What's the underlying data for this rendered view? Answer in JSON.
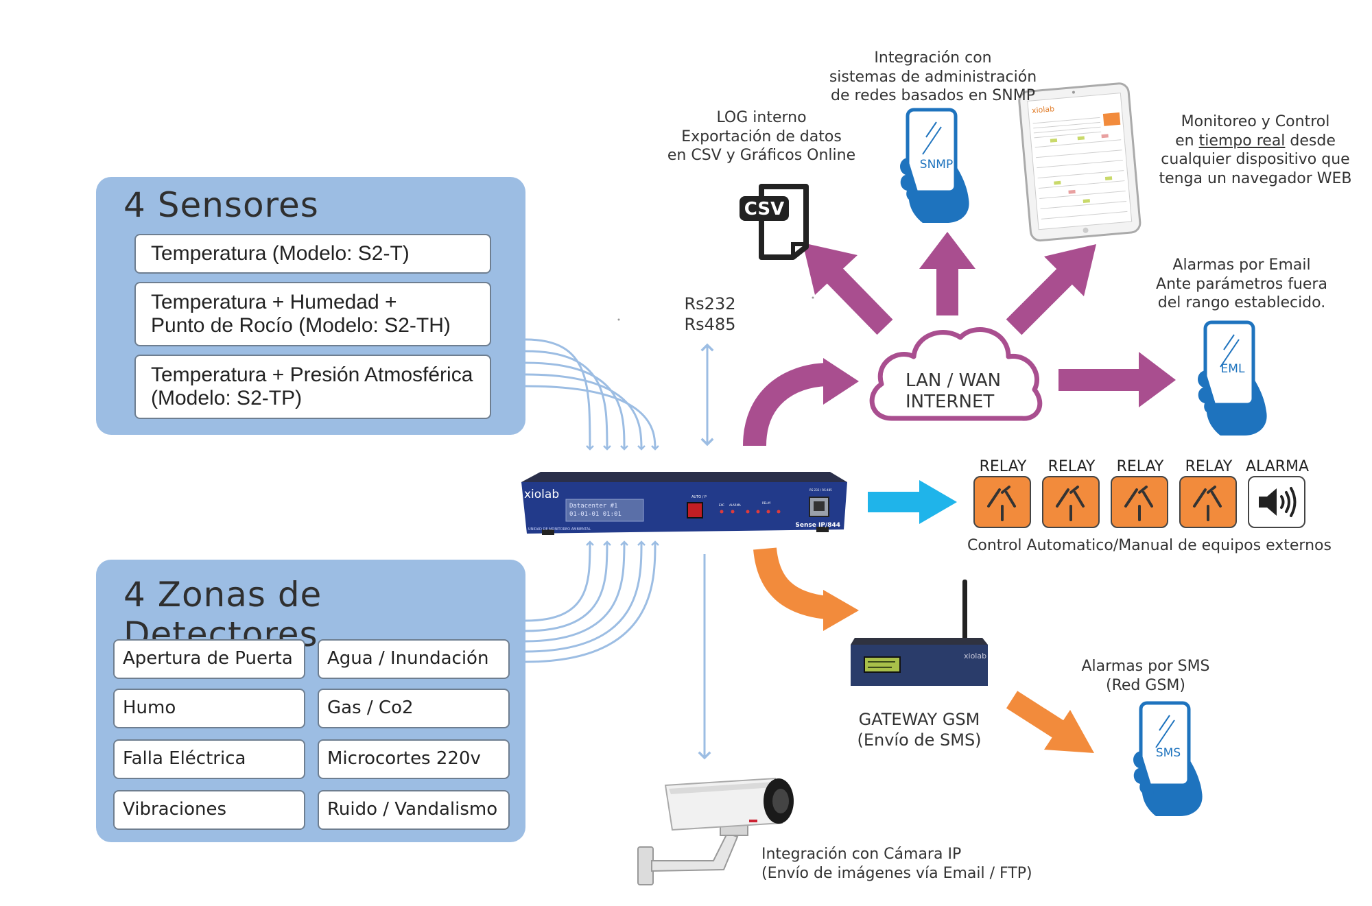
{
  "sensors": {
    "title": "4 Sensores",
    "items": [
      {
        "line1": "Temperatura (Modelo: S2-T)",
        "line2": ""
      },
      {
        "line1": "Temperatura + Humedad +",
        "line2": "Punto de Rocío (Modelo: S2-TH)"
      },
      {
        "line1": "Temperatura + Presión Atmosférica",
        "line2": "(Modelo: S2-TP)"
      }
    ]
  },
  "detectors": {
    "title": "4 Zonas de Detectores",
    "items": [
      "Apertura de Puerta",
      "Agua / Inundación",
      "Humo",
      "Gas / Co2",
      "Falla Eléctrica",
      "Microcortes 220v",
      "Vibraciones",
      "Ruido / Vandalismo"
    ]
  },
  "device": {
    "brand": "xiolab",
    "lcd_line1": "Datacenter #1",
    "lcd_line2": "01-01-01   01:01",
    "model": "Sense IP/844",
    "subtitle": "UNIDAD DE MONITOREO AMBIENTAL",
    "btn_label": "AUTO / P",
    "led_labels": [
      "EXC",
      "ALARMA",
      "RELAY"
    ],
    "port_label": "RS-232 / RS-485"
  },
  "serial": {
    "line1": "Rs232",
    "line2": "Rs485"
  },
  "cloud": {
    "line1": "LAN / WAN",
    "line2": "INTERNET"
  },
  "log": {
    "line1": "LOG interno",
    "line2": "Exportación de datos",
    "line3": "en CSV y Gráficos Online",
    "icon_text": "CSV"
  },
  "snmp": {
    "line1": "Integración con",
    "line2": "sistemas de administración",
    "line3": "de redes basados en SNMP",
    "phone_text": "SNMP"
  },
  "web": {
    "line1": "Monitoreo y Control",
    "line2_pre": "en ",
    "line2_u": "tiempo real",
    "line2_post": " desde",
    "line3": "cualquier dispositivo que",
    "line4": "tenga un navegador WEB",
    "tablet_brand": "xiolab"
  },
  "email": {
    "line1": "Alarmas por Email",
    "line2": "Ante parámetros fuera",
    "line3": "del rango establecido.",
    "phone_text": "EML"
  },
  "relays": {
    "labels": [
      "RELAY",
      "RELAY",
      "RELAY",
      "RELAY",
      "ALARMA"
    ],
    "caption": "Control Automatico/Manual de equipos externos"
  },
  "gateway": {
    "line1": "GATEWAY GSM",
    "line2": "(Envío de SMS)",
    "brand": "xiolab"
  },
  "sms": {
    "line1": "Alarmas por SMS",
    "line2": "(Red GSM)",
    "phone_text": "SMS"
  },
  "camera": {
    "line1": "Integración con Cámara IP",
    "line2": "(Envío de imágenes vía Email / FTP)"
  },
  "colors": {
    "panel": "#9cbde3",
    "purple": "#a94e8f",
    "orange": "#f28b3c",
    "cyan": "#1fb4ea",
    "blue_phone": "#1e73be",
    "thin_arrow": "#9cbde3"
  }
}
